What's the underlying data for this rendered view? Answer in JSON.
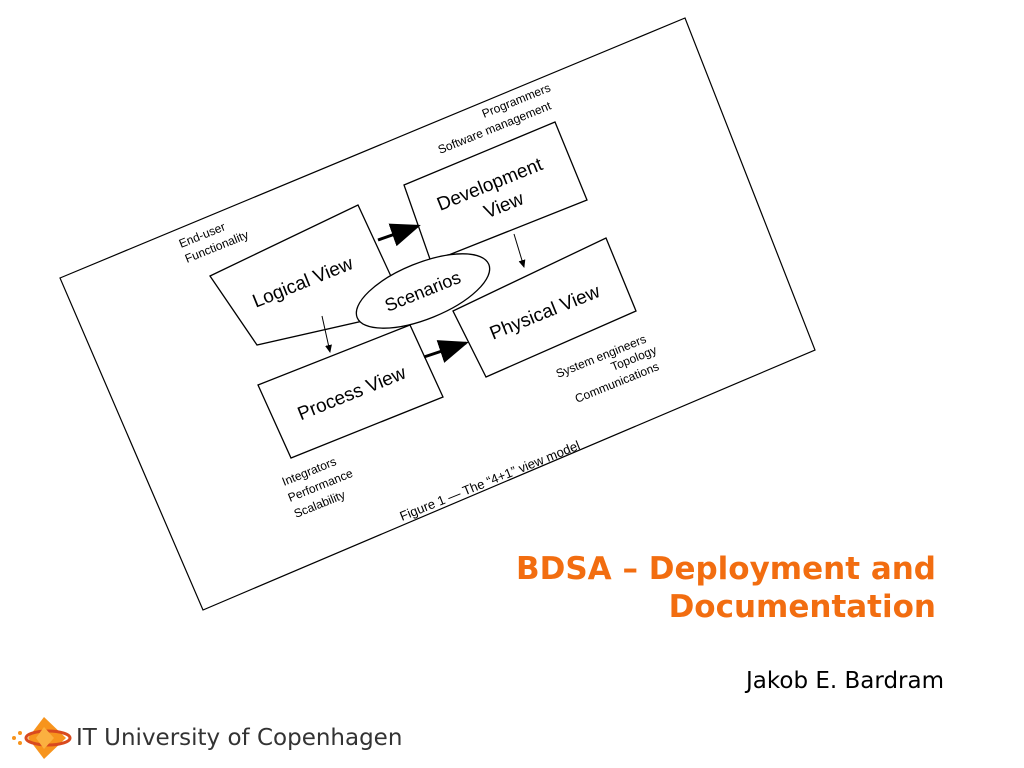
{
  "figure": {
    "views": {
      "logical": "Logical View",
      "development_line1": "Development",
      "development_line2": "View",
      "process": "Process View",
      "physical": "Physical View",
      "scenarios": "Scenarios"
    },
    "stakeholders": {
      "logical": [
        "End-user",
        "Functionality"
      ],
      "development": [
        "Programmers",
        "Software management"
      ],
      "process": [
        "Integrators",
        "Performance",
        "Scalability"
      ],
      "physical": [
        "System engineers",
        "Topology",
        "Communications"
      ]
    },
    "caption": "Figure 1 — The “4+1” view model"
  },
  "title": {
    "line1": "BDSA – Deployment and",
    "line2": "Documentation"
  },
  "author": "Jakob E. Bardram",
  "footer": {
    "university": "IT University of Copenhagen"
  },
  "colors": {
    "title": "#f26d10",
    "logo_orange": "#f7941d"
  }
}
